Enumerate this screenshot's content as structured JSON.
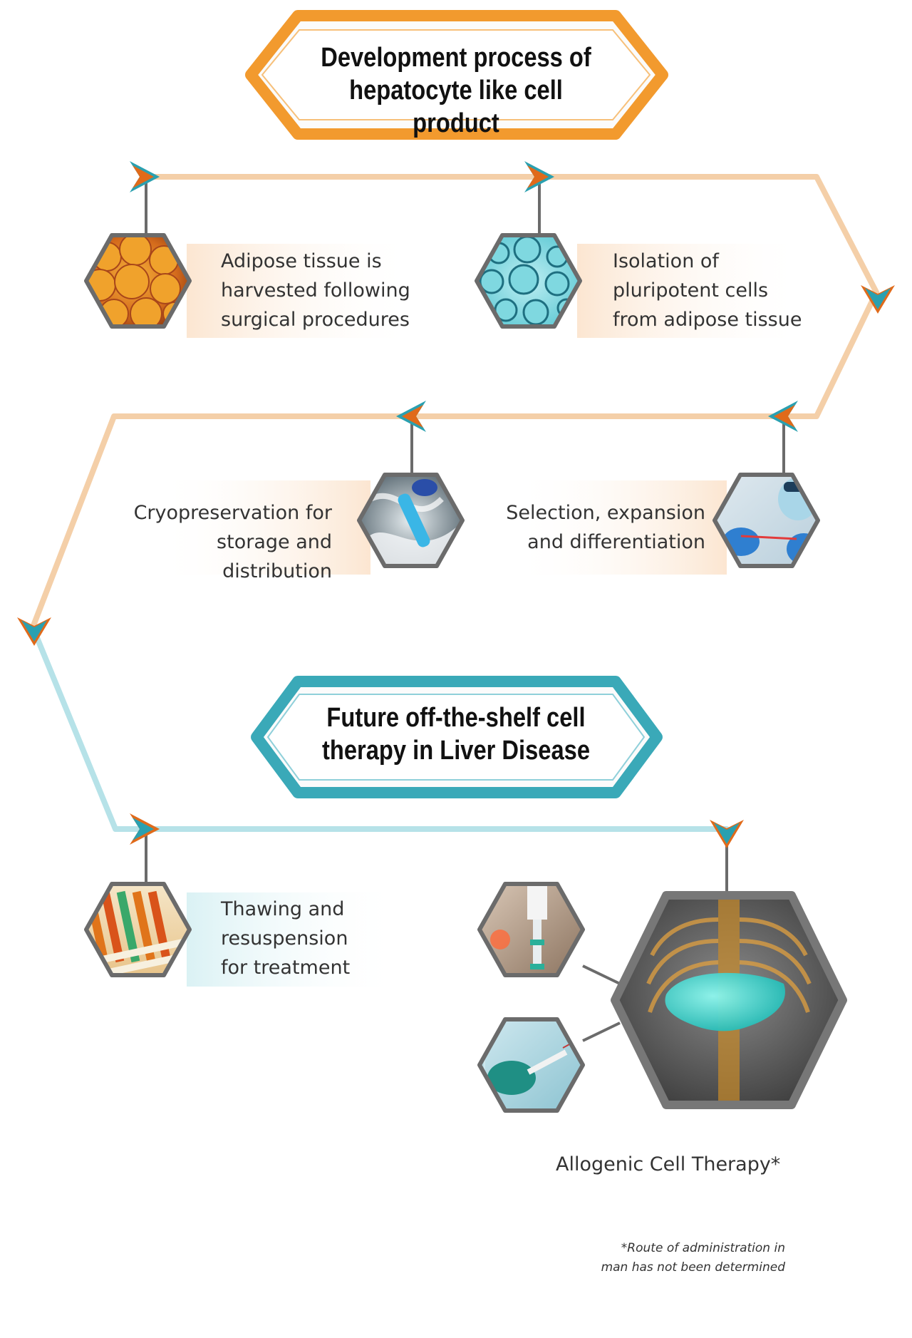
{
  "colors": {
    "orange": "#f29a2e",
    "orange_line": "#f4cfa8",
    "teal": "#3aa9b8",
    "teal_line": "#b6e2e8",
    "hex_border": "#6b6b6b",
    "arrow_orange": "#e06a1a",
    "arrow_teal": "#2aa0b0"
  },
  "header_banner": {
    "title": "Development process of\nhepatocyte like cell product"
  },
  "steps": [
    {
      "id": "adipose",
      "text": "Adipose tissue is\nharvested following\nsurgical procedures",
      "image": "adipose-tissue-image"
    },
    {
      "id": "isolation",
      "text": "Isolation of\npluripotent cells\nfrom adipose tissue",
      "image": "cells-microscope-image"
    },
    {
      "id": "selection",
      "text": "Selection, expansion\nand differentiation",
      "image": "lab-scientist-image"
    },
    {
      "id": "cryo",
      "text": "Cryopreservation for\nstorage and distribution",
      "image": "cryo-vial-image"
    },
    {
      "id": "thawing",
      "text": "Thawing and\nresuspension\nfor treatment",
      "image": "test-tubes-image"
    }
  ],
  "future_banner": {
    "title": "Future off-the-shelf cell\ntherapy in Liver Disease"
  },
  "therapy": {
    "caption": "Allogenic Cell Therapy*",
    "images": [
      "iv-drip-image",
      "syringe-injection-image",
      "liver-anatomy-image"
    ]
  },
  "footnote": "*Route of administration in\nman has not been determined"
}
